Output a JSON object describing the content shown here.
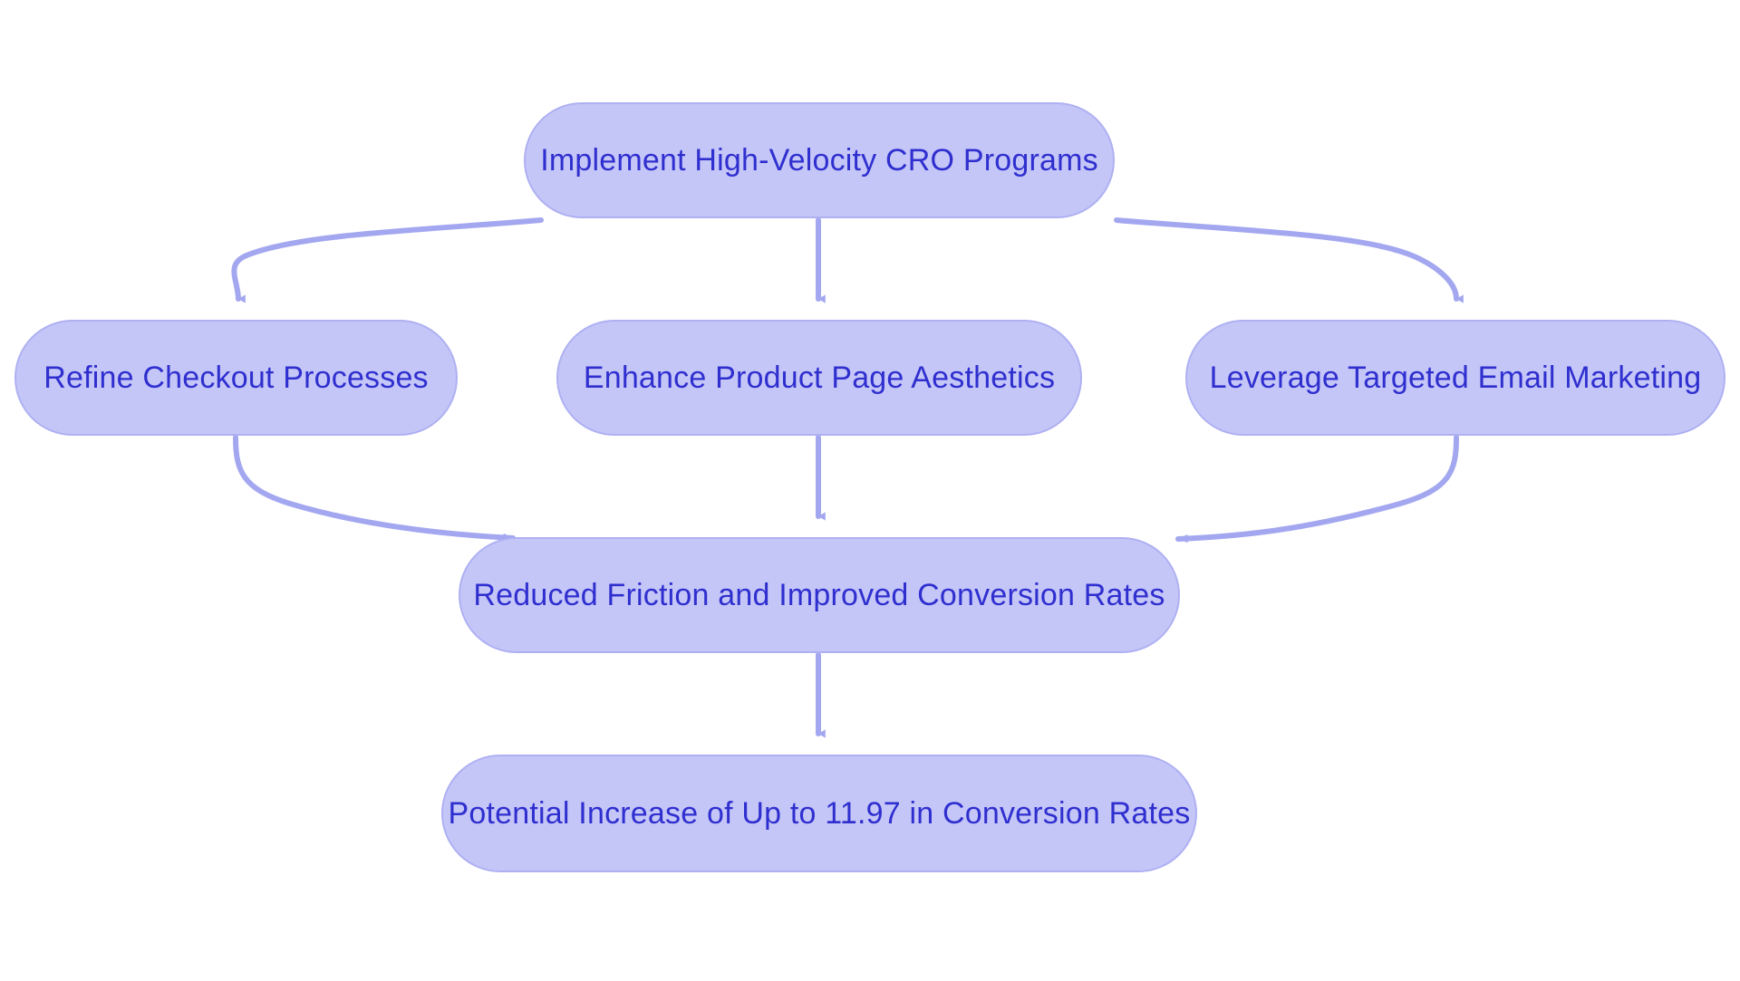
{
  "diagram": {
    "title": "CRO Program Flowchart",
    "colors": {
      "node_fill": "#c5c6f8",
      "node_border": "#aeb0f2",
      "node_text": "#2f2fcf",
      "edge": "#a3a7f0",
      "background": "#ffffff"
    },
    "nodes": [
      {
        "id": "root",
        "label": "Implement High-Velocity CRO Programs",
        "row": 1
      },
      {
        "id": "checkout",
        "label": "Refine Checkout Processes",
        "row": 2
      },
      {
        "id": "aesthetic",
        "label": "Enhance Product Page Aesthetics",
        "row": 2
      },
      {
        "id": "email",
        "label": "Leverage Targeted Email Marketing",
        "row": 2
      },
      {
        "id": "reduced",
        "label": "Reduced Friction and Improved Conversion Rates",
        "row": 3
      },
      {
        "id": "potential",
        "label": "Potential Increase of Up to 11.97 in Conversion Rates",
        "row": 4
      }
    ],
    "edges": [
      {
        "id": "root-to-checkout",
        "from": "root",
        "to": "checkout",
        "label": ""
      },
      {
        "id": "root-to-aesthetic",
        "from": "root",
        "to": "aesthetic",
        "label": ""
      },
      {
        "id": "root-to-email",
        "from": "root",
        "to": "email",
        "label": ""
      },
      {
        "id": "checkout-to-reduced",
        "from": "checkout",
        "to": "reduced",
        "label": ""
      },
      {
        "id": "aesthetic-to-reduced",
        "from": "aesthetic",
        "to": "reduced",
        "label": ""
      },
      {
        "id": "email-to-reduced",
        "from": "email",
        "to": "reduced",
        "label": ""
      },
      {
        "id": "reduced-to-potential",
        "from": "reduced",
        "to": "potential",
        "label": ""
      }
    ]
  }
}
